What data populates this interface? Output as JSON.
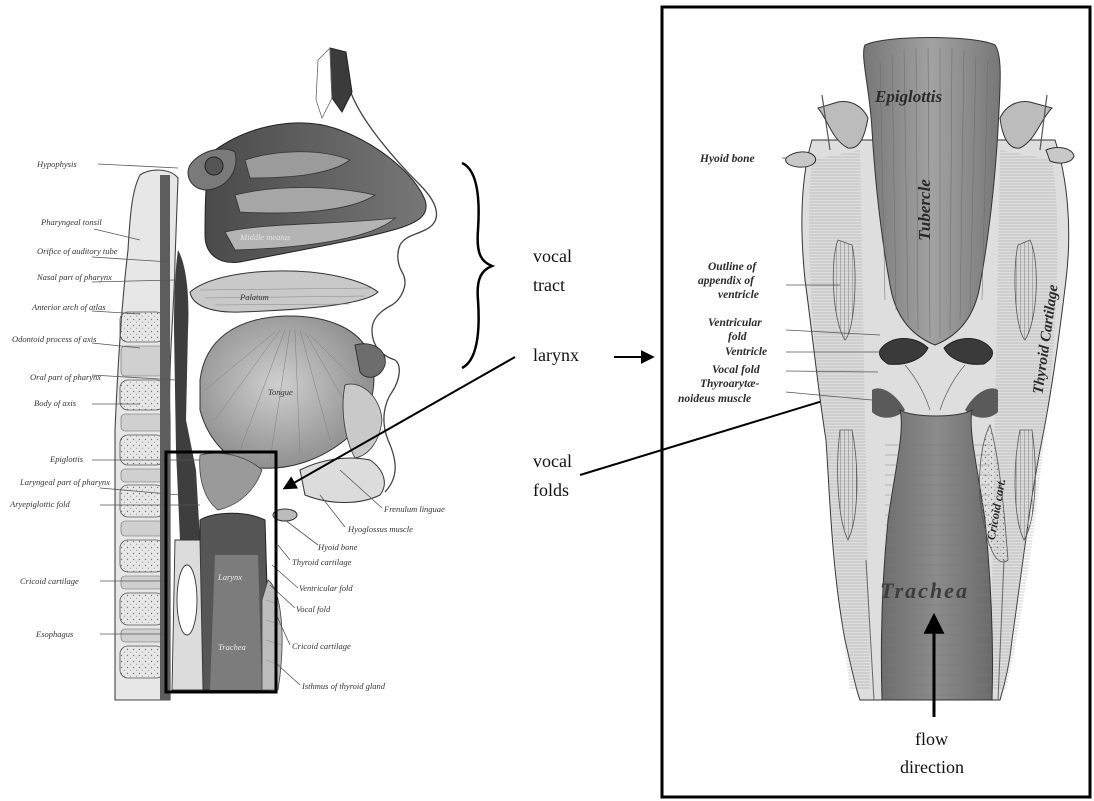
{
  "sagittal_labels": {
    "hypophysis": "Hypophysis",
    "pharyngeal_tonsil": "Pharyngeal tonsil",
    "orifice_auditory_tube": "Orifice of auditory tube",
    "nasal_part_pharynx": "Nasal part of pharynx",
    "anterior_arch_atlas": "Anterior arch of atlas",
    "odontoid_process_axis": "Odontoid process of axis",
    "oral_part_pharynx": "Oral part of pharynx",
    "body_of_axis": "Body of axis",
    "epiglottis": "Epiglottis",
    "laryngeal_part_pharynx": "Laryngeal part of pharynx",
    "aryepiglottic_fold": "Aryepiglottic fold",
    "cricoid_cartilage_left": "Cricoid cartilage",
    "esophagus": "Esophagus",
    "frenulum_linguae": "Frenulum linguae",
    "hyoglossus_muscle": "Hyoglossus muscle",
    "hyoid_bone": "Hyoid bone",
    "thyroid_cartilage": "Thyroid cartilage",
    "ventricular_fold": "Ventricular fold",
    "vocal_fold": "Vocal fold",
    "cricoid_cartilage_right": "Cricoid cartilage",
    "isthmus_thyroid_gland": "Isthmus of thyroid gland",
    "palate": "Palatum",
    "tongue": "Tongue",
    "larynx_inner": "Larynx",
    "trachea_inner": "Trachea"
  },
  "coronal_labels": {
    "epiglottis": "Epiglottis",
    "hyoid_bone": "Hyoid bone",
    "tubercle": "Tubercle",
    "outline_appendix": "Outline of",
    "outline_appendix_2": "appendix of",
    "outline_appendix_3": "ventricle",
    "ventricular_fold_1": "Ventricular",
    "ventricular_fold_2": "fold",
    "ventricle": "Ventricle",
    "vocal_fold": "Vocal fold",
    "thyroarytaenoideus_1": "Thyroarytæ-",
    "thyroarytaenoideus_2": "noideus muscle",
    "thyroid_cartilage": "Thyroid Cartilage",
    "cricoid_cartilage": "Cricoid cart.",
    "trachea": "Trachea"
  },
  "annotations": {
    "vocal_tract_1": "vocal",
    "vocal_tract_2": "tract",
    "larynx": "larynx",
    "vocal_folds_1": "vocal",
    "vocal_folds_2": "folds",
    "flow_direction_1": "flow",
    "flow_direction_2": "direction"
  },
  "colors": {
    "ink": "#444444",
    "tissue_dark": "#5a5a5a",
    "tissue_mid": "#9a9a9a",
    "tissue_light": "#d2d2d2",
    "frame": "#000000"
  }
}
